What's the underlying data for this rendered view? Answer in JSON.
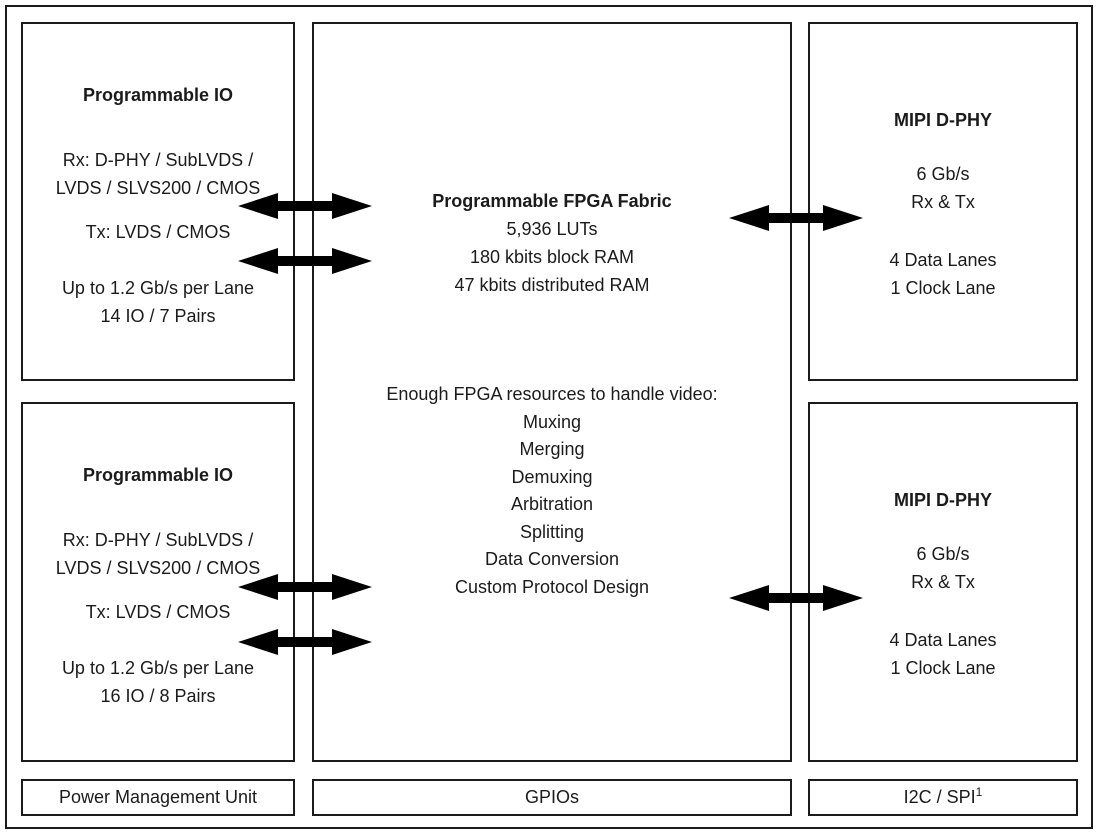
{
  "diagram": {
    "left_top": {
      "title": "Programmable IO",
      "rx_line1": "Rx: D-PHY / SubLVDS /",
      "rx_line2": "LVDS / SLVS200 / CMOS",
      "tx": "Tx: LVDS / CMOS",
      "rate": "Up to 1.2 Gb/s per Lane",
      "io_pairs": "14 IO / 7 Pairs"
    },
    "left_bottom": {
      "title": "Programmable IO",
      "rx_line1": "Rx: D-PHY / SubLVDS /",
      "rx_line2": "LVDS / SLVS200 / CMOS",
      "tx": "Tx: LVDS / CMOS",
      "rate": "Up to 1.2 Gb/s per Lane",
      "io_pairs": "16 IO / 8 Pairs"
    },
    "center": {
      "title": "Programmable FPGA Fabric",
      "luts": "5,936 LUTs",
      "block_ram": "180 kbits block RAM",
      "distributed_ram": "47 kbits distributed RAM",
      "resources_heading": "Enough FPGA resources to handle video:",
      "resources": [
        "Muxing",
        "Merging",
        "Demuxing",
        "Arbitration",
        "Splitting",
        "Data Conversion",
        "Custom Protocol Design"
      ]
    },
    "right_top": {
      "title": "MIPI D-PHY",
      "speed": "6 Gb/s",
      "rx_tx": "Rx & Tx",
      "data_lanes": "4 Data Lanes",
      "clock_lane": "1 Clock Lane"
    },
    "right_bottom": {
      "title": "MIPI D-PHY",
      "speed": "6 Gb/s",
      "rx_tx": "Rx & Tx",
      "data_lanes": "4 Data Lanes",
      "clock_lane": "1 Clock Lane"
    },
    "bottom_bars": {
      "left": "Power Management Unit",
      "center": "GPIOs",
      "right_label": "I2C / SPI",
      "right_superscript": "1"
    },
    "colors": {
      "line": "#1b1b1b",
      "text": "#1b1b1b",
      "arrow": "#000000",
      "background": "#ffffff"
    }
  }
}
